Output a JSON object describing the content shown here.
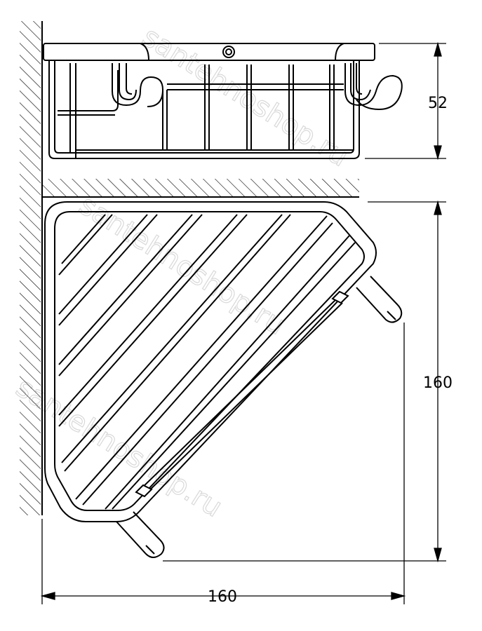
{
  "dimensions": {
    "height": "52",
    "depth": "160",
    "width": "160"
  },
  "watermark": {
    "text": "santehnoshop.ru"
  }
}
